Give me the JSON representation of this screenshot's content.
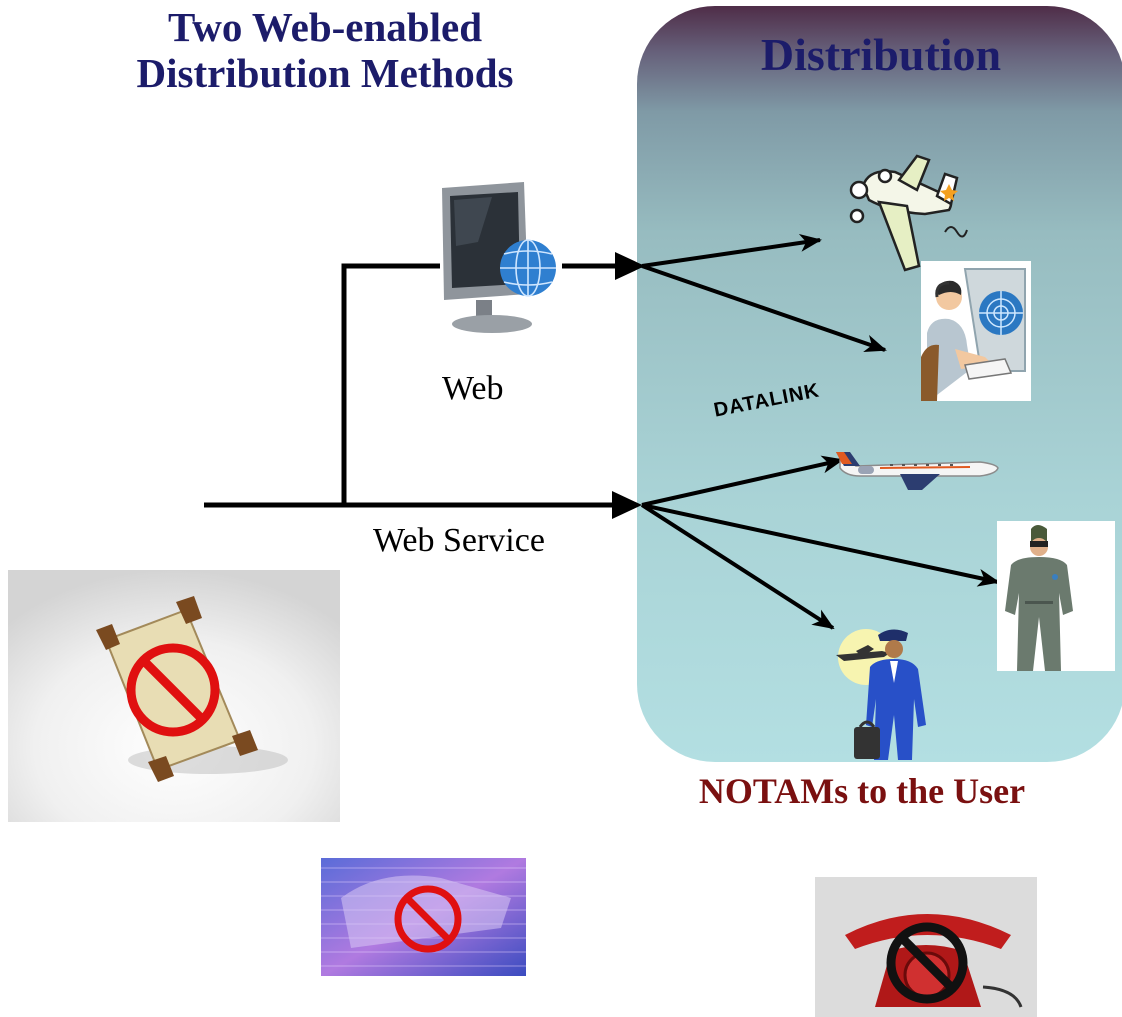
{
  "slide": {
    "title_line1": "Two Web-enabled",
    "title_line2": "Distribution Methods"
  },
  "distribution_panel": {
    "title": "Distribution",
    "caption": "NOTAMs to the User",
    "colors": {
      "top": "#4f2d48",
      "bottom": "#b3dfe2"
    }
  },
  "flow_labels": {
    "web": "Web",
    "web_service": "Web Service",
    "datalink": "DATALINK"
  },
  "icons": {
    "web_computer": "computer-globe-icon",
    "aircraft_small": "small-airplane-icon",
    "controller": "air-traffic-controller-icon",
    "jet": "jet-airliner-icon",
    "pilot_military": "military-pilot-icon",
    "pilot_airline": "airline-pilot-icon",
    "scroll_prohibited": "scroll-prohibited-icon",
    "fax_prohibited": "fax-prohibited-icon",
    "phone_prohibited": "telephone-prohibited-icon"
  },
  "colors": {
    "title": "#1c1c6a",
    "caption": "#7a1010",
    "prohibited": "#e01010"
  }
}
